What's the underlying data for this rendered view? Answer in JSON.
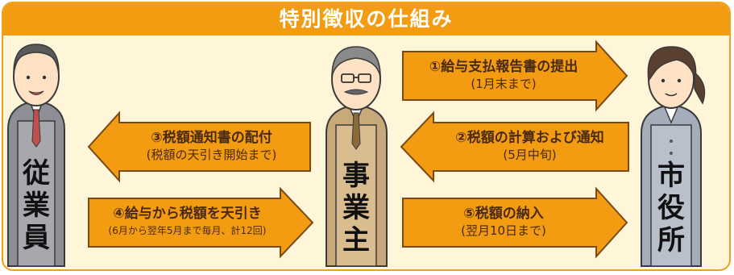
{
  "title": "特別徴収の仕組み",
  "actors": {
    "employee": "従業員",
    "employer": "事業主",
    "city_office": "市役所"
  },
  "steps": {
    "s1": {
      "title": "①給与支払報告書の提出",
      "note": "(1月末まで)"
    },
    "s2": {
      "title": "②税額の計算および通知",
      "note": "(5月中旬)"
    },
    "s3": {
      "title": "③税額通知書の配付",
      "note": "(税額の天引き開始まで)"
    },
    "s4": {
      "title": "④給与から税額を天引き",
      "note": "(6月から翌年5月まで毎月、計12回)"
    },
    "s5": {
      "title": "⑤税額の納入",
      "note": "(翌月10日まで)"
    }
  },
  "colors": {
    "header": "#f39c12",
    "arrow_fill": "#f39c12",
    "arrow_stroke": "#7a4a12",
    "panel_bg": "#fff6d9"
  }
}
